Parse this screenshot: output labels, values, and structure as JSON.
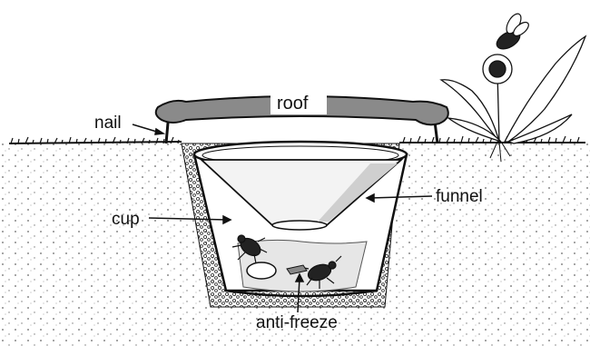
{
  "labels": {
    "roof": "roof",
    "nail": "nail",
    "funnel": "funnel",
    "cup": "cup",
    "anti_freeze": "anti-freeze"
  },
  "colors": {
    "roof": "#8a8a8a",
    "soil_dot": "#555555",
    "ink": "#111111"
  }
}
